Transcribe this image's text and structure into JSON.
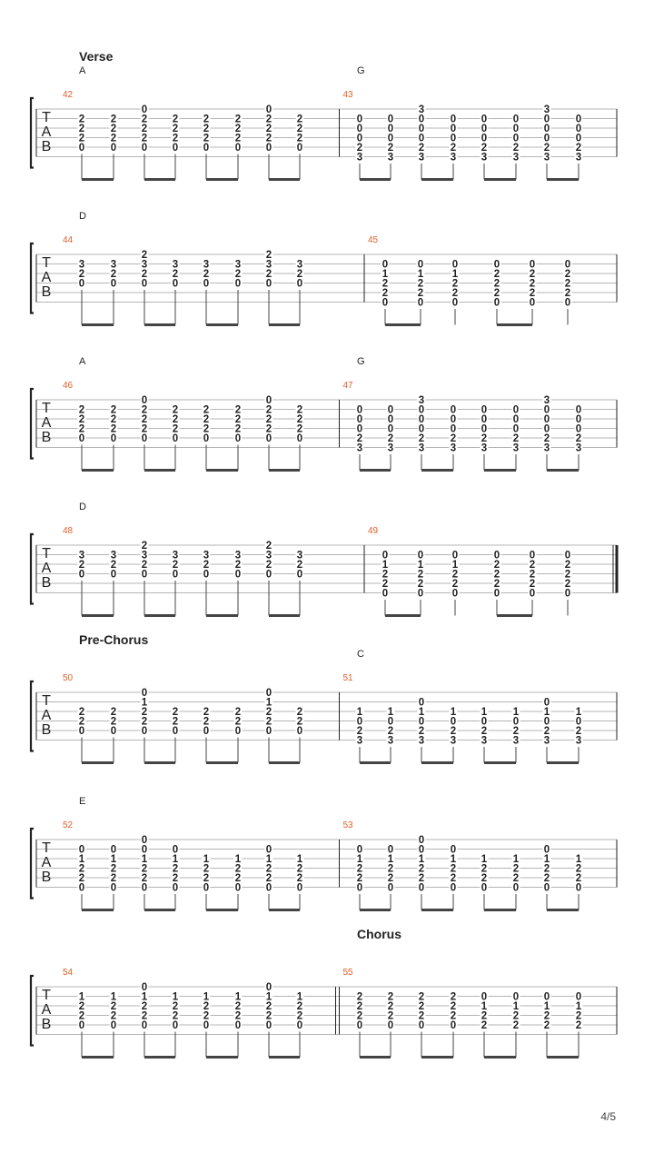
{
  "page": {
    "number": "4/5"
  },
  "systems": [
    {
      "section": "Verse",
      "measures": [
        {
          "number": "42",
          "chord": "A",
          "beats": [
            [
              "2",
              "2",
              "2",
              "0"
            ],
            [
              "2",
              "2",
              "2",
              "0"
            ],
            [
              "0",
              "2",
              "2",
              "2",
              "0"
            ],
            [
              "2",
              "2",
              "2",
              "0"
            ],
            [
              "2",
              "2",
              "2",
              "0"
            ],
            [
              "2",
              "2",
              "2",
              "0"
            ],
            [
              "0",
              "2",
              "2",
              "2",
              "0"
            ],
            [
              "2",
              "2",
              "2",
              "0"
            ]
          ],
          "bottom_string": 4
        },
        {
          "number": "43",
          "chord": "G",
          "beats": [
            [
              "0",
              "0",
              "0",
              "2",
              "3"
            ],
            [
              "0",
              "0",
              "0",
              "2",
              "3"
            ],
            [
              "3",
              "0",
              "0",
              "0",
              "2",
              "3"
            ],
            [
              "0",
              "0",
              "0",
              "2",
              "3"
            ],
            [
              "0",
              "0",
              "0",
              "2",
              "3"
            ],
            [
              "0",
              "0",
              "0",
              "2",
              "3"
            ],
            [
              "3",
              "0",
              "0",
              "0",
              "2",
              "3"
            ],
            [
              "0",
              "0",
              "0",
              "2",
              "3"
            ]
          ],
          "bottom_string": 5
        }
      ]
    },
    {
      "section": "",
      "measures": [
        {
          "number": "44",
          "chord": "D",
          "beats": [
            [
              "3",
              "2",
              "0"
            ],
            [
              "3",
              "2",
              "0"
            ],
            [
              "2",
              "3",
              "2",
              "0"
            ],
            [
              "3",
              "2",
              "0"
            ],
            [
              "3",
              "2",
              "0"
            ],
            [
              "3",
              "2",
              "0"
            ],
            [
              "2",
              "3",
              "2",
              "0"
            ],
            [
              "3",
              "2",
              "0"
            ]
          ],
          "bottom_string": 3
        },
        {
          "number": "45",
          "chord": "",
          "beats": [
            [
              "0",
              "1",
              "2",
              "2",
              "0"
            ],
            [
              "0",
              "1",
              "2",
              "2",
              "0"
            ],
            [
              "0",
              "1",
              "2",
              "2",
              "0"
            ],
            [
              "0",
              "2",
              "2",
              "2",
              "0"
            ],
            [
              "0",
              "2",
              "2",
              "2",
              "0"
            ],
            [
              "0",
              "2",
              "2",
              "2",
              "0"
            ]
          ],
          "bottom_string": 5
        }
      ]
    },
    {
      "section": "",
      "measures": [
        {
          "number": "46",
          "chord": "A",
          "beats": [
            [
              "2",
              "2",
              "2",
              "0"
            ],
            [
              "2",
              "2",
              "2",
              "0"
            ],
            [
              "0",
              "2",
              "2",
              "2",
              "0"
            ],
            [
              "2",
              "2",
              "2",
              "0"
            ],
            [
              "2",
              "2",
              "2",
              "0"
            ],
            [
              "2",
              "2",
              "2",
              "0"
            ],
            [
              "0",
              "2",
              "2",
              "2",
              "0"
            ],
            [
              "2",
              "2",
              "2",
              "0"
            ]
          ],
          "bottom_string": 4
        },
        {
          "number": "47",
          "chord": "G",
          "beats": [
            [
              "0",
              "0",
              "0",
              "2",
              "3"
            ],
            [
              "0",
              "0",
              "0",
              "2",
              "3"
            ],
            [
              "3",
              "0",
              "0",
              "0",
              "2",
              "3"
            ],
            [
              "0",
              "0",
              "0",
              "2",
              "3"
            ],
            [
              "0",
              "0",
              "0",
              "2",
              "3"
            ],
            [
              "0",
              "0",
              "0",
              "2",
              "3"
            ],
            [
              "3",
              "0",
              "0",
              "0",
              "2",
              "3"
            ],
            [
              "0",
              "0",
              "0",
              "2",
              "3"
            ]
          ],
          "bottom_string": 5
        }
      ]
    },
    {
      "section": "",
      "measures": [
        {
          "number": "48",
          "chord": "D",
          "beats": [
            [
              "3",
              "2",
              "0"
            ],
            [
              "3",
              "2",
              "0"
            ],
            [
              "2",
              "3",
              "2",
              "0"
            ],
            [
              "3",
              "2",
              "0"
            ],
            [
              "3",
              "2",
              "0"
            ],
            [
              "3",
              "2",
              "0"
            ],
            [
              "2",
              "3",
              "2",
              "0"
            ],
            [
              "3",
              "2",
              "0"
            ]
          ],
          "bottom_string": 3
        },
        {
          "number": "49",
          "chord": "",
          "beats": [
            [
              "0",
              "1",
              "2",
              "2",
              "0"
            ],
            [
              "0",
              "1",
              "2",
              "2",
              "0"
            ],
            [
              "0",
              "1",
              "2",
              "2",
              "0"
            ],
            [
              "0",
              "2",
              "2",
              "2",
              "0"
            ],
            [
              "0",
              "2",
              "2",
              "2",
              "0"
            ],
            [
              "0",
              "2",
              "2",
              "2",
              "0"
            ]
          ],
          "bottom_string": 5
        }
      ]
    },
    {
      "section": "Pre-Chorus",
      "measures": [
        {
          "number": "50",
          "chord": "",
          "beats": [
            [
              "2",
              "2",
              "0"
            ],
            [
              "2",
              "2",
              "0"
            ],
            [
              "0",
              "1",
              "2",
              "2",
              "0"
            ],
            [
              "2",
              "2",
              "0"
            ],
            [
              "2",
              "2",
              "0"
            ],
            [
              "2",
              "2",
              "0"
            ],
            [
              "0",
              "1",
              "2",
              "2",
              "0"
            ],
            [
              "2",
              "2",
              "0"
            ]
          ],
          "bottom_string": 4
        },
        {
          "number": "51",
          "chord": "C",
          "beats": [
            [
              "1",
              "0",
              "2",
              "3"
            ],
            [
              "1",
              "0",
              "2",
              "3"
            ],
            [
              "0",
              "1",
              "0",
              "2",
              "3"
            ],
            [
              "1",
              "0",
              "2",
              "3"
            ],
            [
              "1",
              "0",
              "2",
              "3"
            ],
            [
              "1",
              "0",
              "2",
              "3"
            ],
            [
              "0",
              "1",
              "0",
              "2",
              "3"
            ],
            [
              "1",
              "0",
              "2",
              "3"
            ]
          ],
          "bottom_string": 5
        }
      ]
    },
    {
      "section": "",
      "measures": [
        {
          "number": "52",
          "chord": "E",
          "beats": [
            [
              "0",
              "1",
              "2",
              "2",
              "0"
            ],
            [
              "0",
              "1",
              "2",
              "2",
              "0"
            ],
            [
              "0",
              "0",
              "1",
              "2",
              "2",
              "0"
            ],
            [
              "0",
              "1",
              "2",
              "2",
              "0"
            ],
            [
              "1",
              "2",
              "2",
              "0"
            ],
            [
              "1",
              "2",
              "2",
              "0"
            ],
            [
              "0",
              "1",
              "2",
              "2",
              "0"
            ],
            [
              "1",
              "2",
              "2",
              "0"
            ]
          ],
          "bottom_string": 5
        },
        {
          "number": "53",
          "chord": "",
          "beats": [
            [
              "0",
              "1",
              "2",
              "2",
              "0"
            ],
            [
              "0",
              "1",
              "2",
              "2",
              "0"
            ],
            [
              "0",
              "0",
              "1",
              "2",
              "2",
              "0"
            ],
            [
              "0",
              "1",
              "2",
              "2",
              "0"
            ],
            [
              "1",
              "2",
              "2",
              "0"
            ],
            [
              "1",
              "2",
              "2",
              "0"
            ],
            [
              "0",
              "1",
              "2",
              "2",
              "0"
            ],
            [
              "1",
              "2",
              "2",
              "0"
            ]
          ],
          "bottom_string": 5
        }
      ]
    },
    {
      "section": "Chorus",
      "measures": [
        {
          "number": "54",
          "chord": "",
          "beats": [
            [
              "1",
              "2",
              "2",
              "0"
            ],
            [
              "1",
              "2",
              "2",
              "0"
            ],
            [
              "0",
              "1",
              "2",
              "2",
              "0"
            ],
            [
              "1",
              "2",
              "2",
              "0"
            ],
            [
              "1",
              "2",
              "2",
              "0"
            ],
            [
              "1",
              "2",
              "2",
              "0"
            ],
            [
              "0",
              "1",
              "2",
              "2",
              "0"
            ],
            [
              "1",
              "2",
              "2",
              "0"
            ]
          ],
          "bottom_string": 4
        },
        {
          "number": "55",
          "chord": "",
          "beats": [
            [
              "2",
              "2",
              "2",
              "0"
            ],
            [
              "2",
              "2",
              "2",
              "0"
            ],
            [
              "2",
              "2",
              "2",
              "0"
            ],
            [
              "2",
              "2",
              "2",
              "0"
            ],
            [
              "0",
              "1",
              "2",
              "2"
            ],
            [
              "0",
              "1",
              "2",
              "2"
            ],
            [
              "0",
              "1",
              "2",
              "2"
            ],
            [
              "0",
              "1",
              "2",
              "2"
            ]
          ],
          "bottom_string": 4
        }
      ]
    }
  ],
  "tab_clef": [
    "T",
    "A",
    "B"
  ]
}
